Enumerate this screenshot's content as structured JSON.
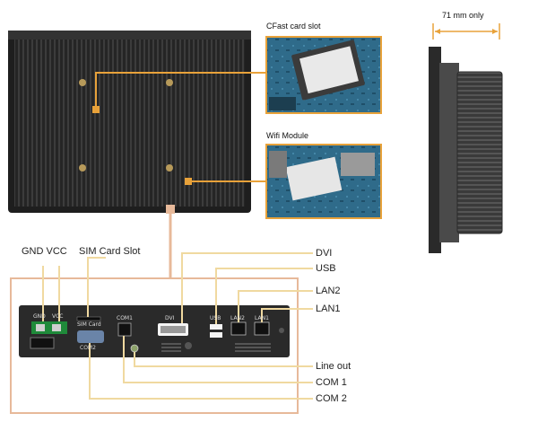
{
  "top": {
    "cfast_caption": "CFast card slot",
    "wifi_caption": "Wifi Module",
    "depth_caption": "71 mm only"
  },
  "callouts_left": {
    "gnd_vcc": "GND VCC",
    "sim_card_slot": "SIM Card Slot"
  },
  "callouts_right": {
    "dvi": "DVI",
    "usb": "USB",
    "lan2": "LAN2",
    "lan1": "LAN1",
    "line_out": "Line out",
    "com1": "COM 1",
    "com2": "COM 2"
  },
  "panel_ports": {
    "gnd": "GND",
    "vcc": "VCC",
    "sim_card": "SIM Card",
    "com1": "COM1",
    "dvi": "DVI",
    "usb": "USB",
    "lan2": "LAN2",
    "lan1": "LAN1",
    "com2": "COM2"
  },
  "colors": {
    "accent": "#e8a23a",
    "callout_line": "#f0d9a0",
    "frame_line": "#e7b99a",
    "chassis": "#2a2a2a"
  }
}
